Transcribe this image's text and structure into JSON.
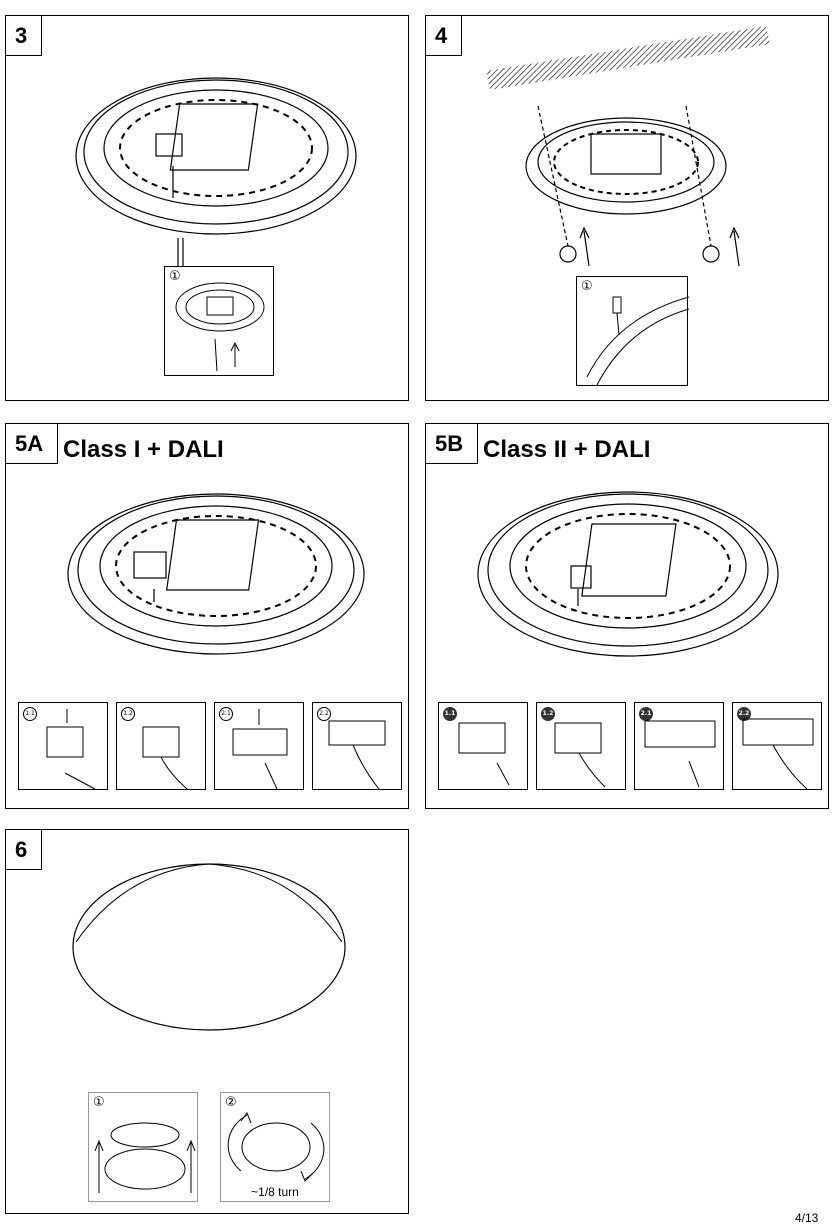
{
  "page": {
    "number": "4/13"
  },
  "steps": {
    "s3": {
      "number": "3",
      "detail1": "①"
    },
    "s4": {
      "number": "4",
      "detail1": "①"
    },
    "s5a": {
      "number": "5A",
      "title": "Class I + DALI",
      "details": [
        "1.1",
        "1.2",
        "2.1",
        "2.2"
      ]
    },
    "s5b": {
      "number": "5B",
      "title": "Class II + DALI",
      "details": [
        "1.1",
        "1.2",
        "2.1",
        "2.2"
      ]
    },
    "s6": {
      "number": "6",
      "detail1": "①",
      "detail2": "②",
      "turn_caption": "~1/8 turn"
    }
  }
}
